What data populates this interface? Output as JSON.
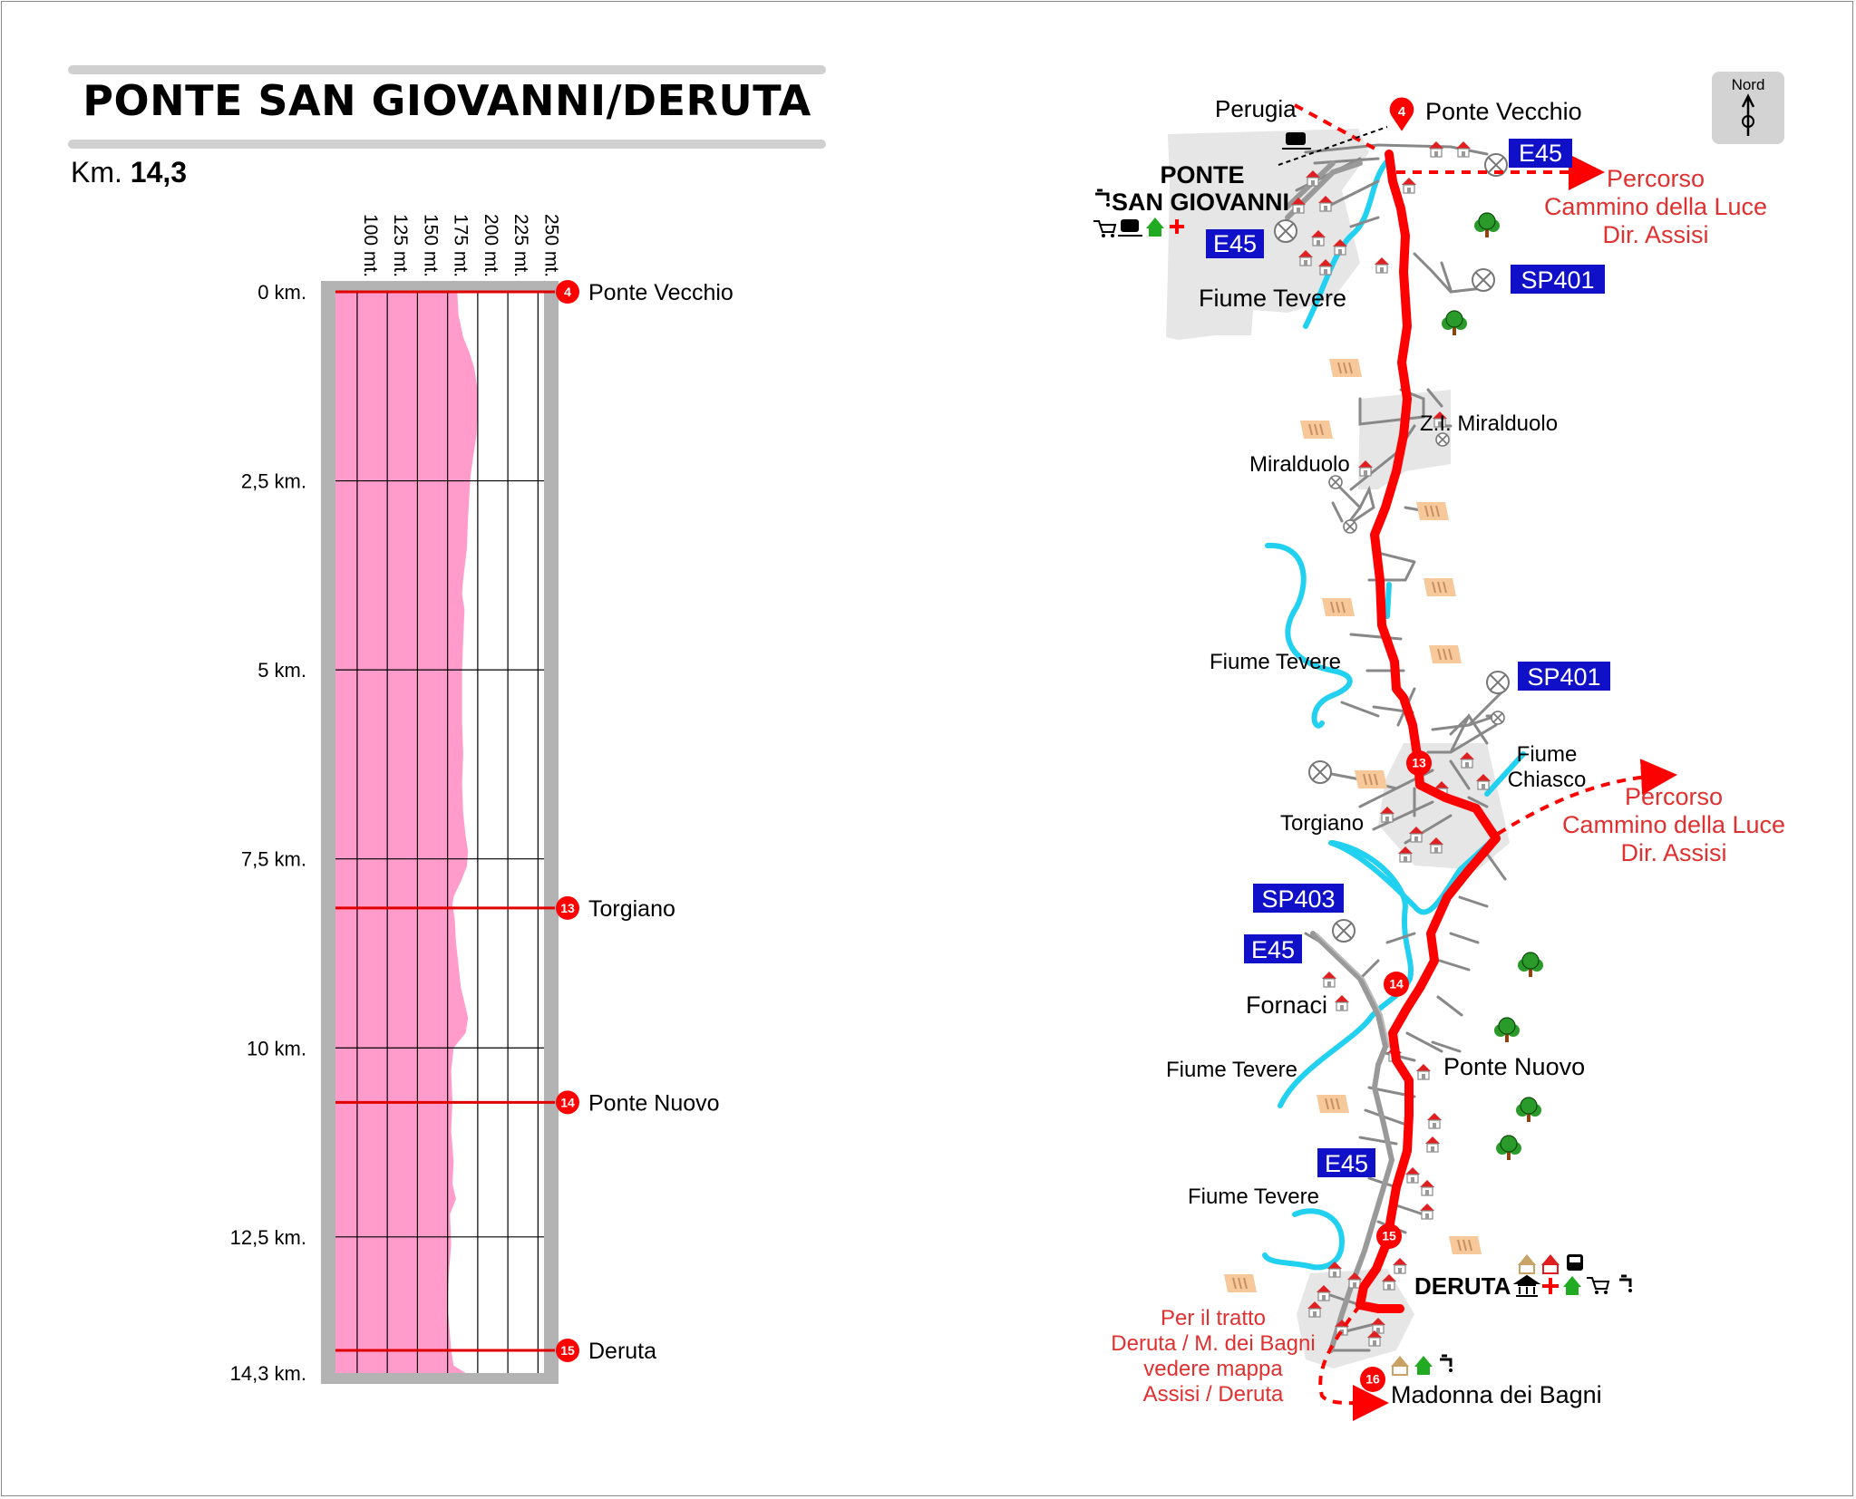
{
  "title": "PONTE SAN GIOVANNI/DERUTA",
  "distance_prefix": "Km.",
  "distance_value": "14,3",
  "chart_data": {
    "type": "area",
    "title": "",
    "x_axis_labels": [
      "100 mt.",
      "125 mt.",
      "150 mt.",
      "175 mt.",
      "200 mt.",
      "225 mt.",
      "250 mt."
    ],
    "x_ticks_m": [
      100,
      125,
      150,
      175,
      200,
      225,
      250
    ],
    "xlim_m": [
      82,
      255
    ],
    "y_axis_labels": [
      "0 km.",
      "2,5 km.",
      "5 km.",
      "7,5 km.",
      "10 km.",
      "12,5 km.",
      "14,3 km."
    ],
    "y_ticks_km": [
      0,
      2.5,
      5,
      7.5,
      10,
      12.5,
      14.3
    ],
    "ylim_km": [
      0,
      14.3
    ],
    "series": [
      {
        "km": [
          0,
          0.3,
          0.6,
          0.8,
          1.0,
          1.3,
          1.6,
          1.9,
          2.2,
          2.45,
          2.7,
          3.0,
          3.4,
          3.8,
          4.0,
          4.2,
          4.6,
          5.0,
          5.3,
          5.7,
          6.1,
          6.5,
          6.9,
          7.2,
          7.4,
          7.6,
          7.8,
          8.0,
          8.1,
          8.3,
          8.6,
          8.9,
          9.2,
          9.4,
          9.6,
          9.8,
          10.0,
          10.3,
          10.7,
          11.1,
          11.5,
          11.8,
          12.0,
          12.2,
          12.6,
          13.0,
          13.4,
          13.8,
          14.0,
          14.2,
          14.3
        ],
        "altitude": [
          183,
          184,
          188,
          193,
          197,
          200,
          200,
          199,
          196,
          194,
          193,
          192,
          191,
          188,
          187,
          189,
          188,
          187,
          187,
          187,
          188,
          187,
          188,
          190,
          192,
          191,
          186,
          180,
          179,
          181,
          182,
          184,
          186,
          189,
          192,
          190,
          180,
          178,
          179,
          178,
          180,
          179,
          182,
          177,
          178,
          176,
          175,
          177,
          178,
          180,
          190
        ]
      }
    ],
    "waypoints": [
      {
        "num": "4",
        "name": "Ponte Vecchio",
        "km": 0
      },
      {
        "num": "13",
        "name": "Torgiano",
        "km": 8.15
      },
      {
        "num": "14",
        "name": "Ponte Nuovo",
        "km": 10.72
      },
      {
        "num": "15",
        "name": "Deruta",
        "km": 14.0
      }
    ],
    "colors": {
      "fill": "#ff9ccc",
      "lines": "#e00000",
      "frame": "#b3b3b3"
    }
  },
  "map": {
    "north": "Nord",
    "city": [
      "PONTE",
      "SAN GIOVANNI"
    ],
    "town_deruta": "DERUTA",
    "labels": {
      "perugia": "Perugia",
      "ponte_vecchio": "Ponte Vecchio",
      "zi_miralduolo": "Z.I. Miralduolo",
      "miralduolo": "Miralduolo",
      "torgiano": "Torgiano",
      "fornaci": "Fornaci",
      "ponte_nuovo": "Ponte Nuovo",
      "madonna": "Madonna dei Bagni",
      "chiasco1": "Fiume",
      "chiasco2": "Chiasco",
      "tevere": "Fiume Tevere"
    },
    "roads": {
      "e45": "E45",
      "sp401": "SP401",
      "sp403": "SP403"
    },
    "route_note": [
      "Percorso",
      "Cammino della Luce",
      "Dir. Assisi"
    ],
    "deruta_note": [
      "Per il tratto",
      "Deruta / M. dei Bagni",
      "vedere mappa",
      "Assisi / Deruta"
    ],
    "markers": {
      "m4": "4",
      "m13": "13",
      "m14": "14",
      "m15": "15",
      "m16": "16"
    },
    "colors": {
      "route": "#ff0000",
      "river": "#22d0f0",
      "road_sign": "#1010c8",
      "road": "#808080",
      "urban": "#e6e6e6",
      "note": "#e03030"
    },
    "icons": [
      "water-tap-icon",
      "train-icon",
      "shopping-cart-icon",
      "hostel-icon",
      "first-aid-icon",
      "museum-icon",
      "bus-icon",
      "church-icon",
      "tree-icon",
      "field-icon",
      "house-icon",
      "roundabout-icon",
      "north-arrow-icon"
    ]
  }
}
